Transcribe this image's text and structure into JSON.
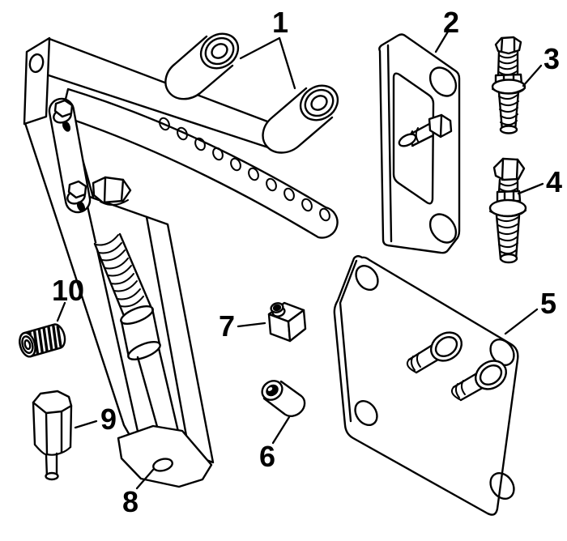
{
  "figure": {
    "background": "#ffffff",
    "line_color": "#000000",
    "label_color": "#000000"
  },
  "callouts": [
    {
      "label": "1",
      "part": "bushing-pair"
    },
    {
      "label": "2",
      "part": "side-bracket-plate"
    },
    {
      "label": "3",
      "part": "bolt-with-washer-upper"
    },
    {
      "label": "4",
      "part": "bolt-with-washer-lower"
    },
    {
      "label": "5",
      "part": "mount-plate-with-studs"
    },
    {
      "label": "6",
      "part": "sleeve-spacer"
    },
    {
      "label": "7",
      "part": "square-block-spacer"
    },
    {
      "label": "8",
      "part": "main-bracket-assembly"
    },
    {
      "label": "9",
      "part": "hex-standoff"
    },
    {
      "label": "10",
      "part": "threaded-plug"
    }
  ]
}
